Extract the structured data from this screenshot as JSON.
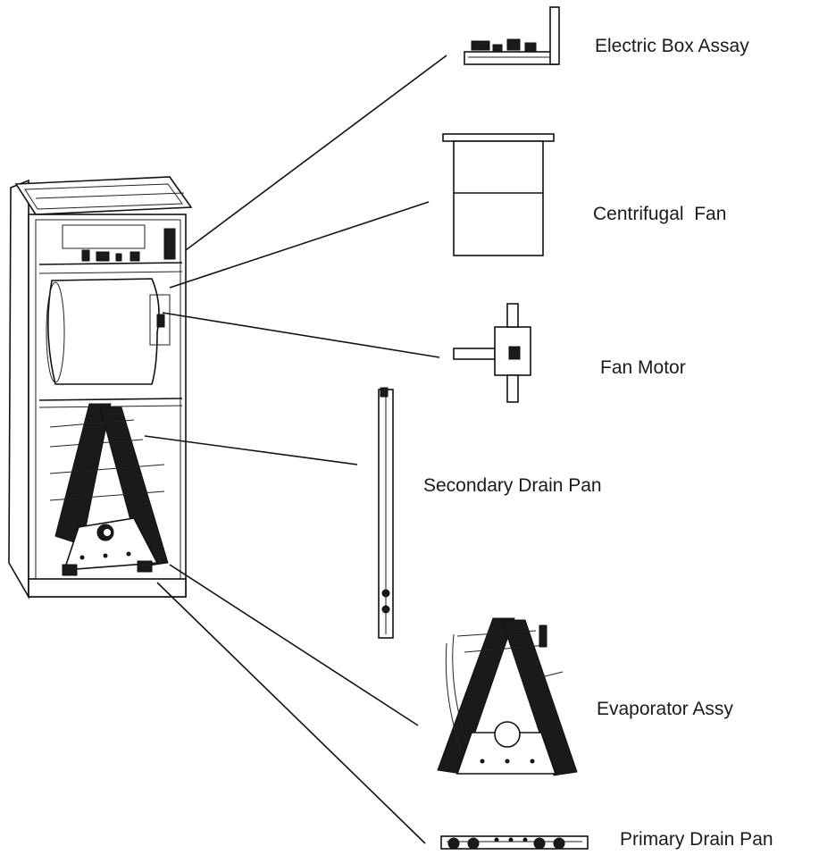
{
  "diagram": {
    "parts": [
      {
        "id": "electric-box",
        "label": "Electric Box Assay"
      },
      {
        "id": "centrifugal-fan",
        "label": "Centrifugal  Fan"
      },
      {
        "id": "fan-motor",
        "label": "Fan Motor"
      },
      {
        "id": "secondary-drain-pan",
        "label": "Secondary Drain Pan"
      },
      {
        "id": "evaporator",
        "label": "Evaporator Assy"
      },
      {
        "id": "primary-drain-pan",
        "label": "Primary Drain Pan"
      }
    ]
  }
}
